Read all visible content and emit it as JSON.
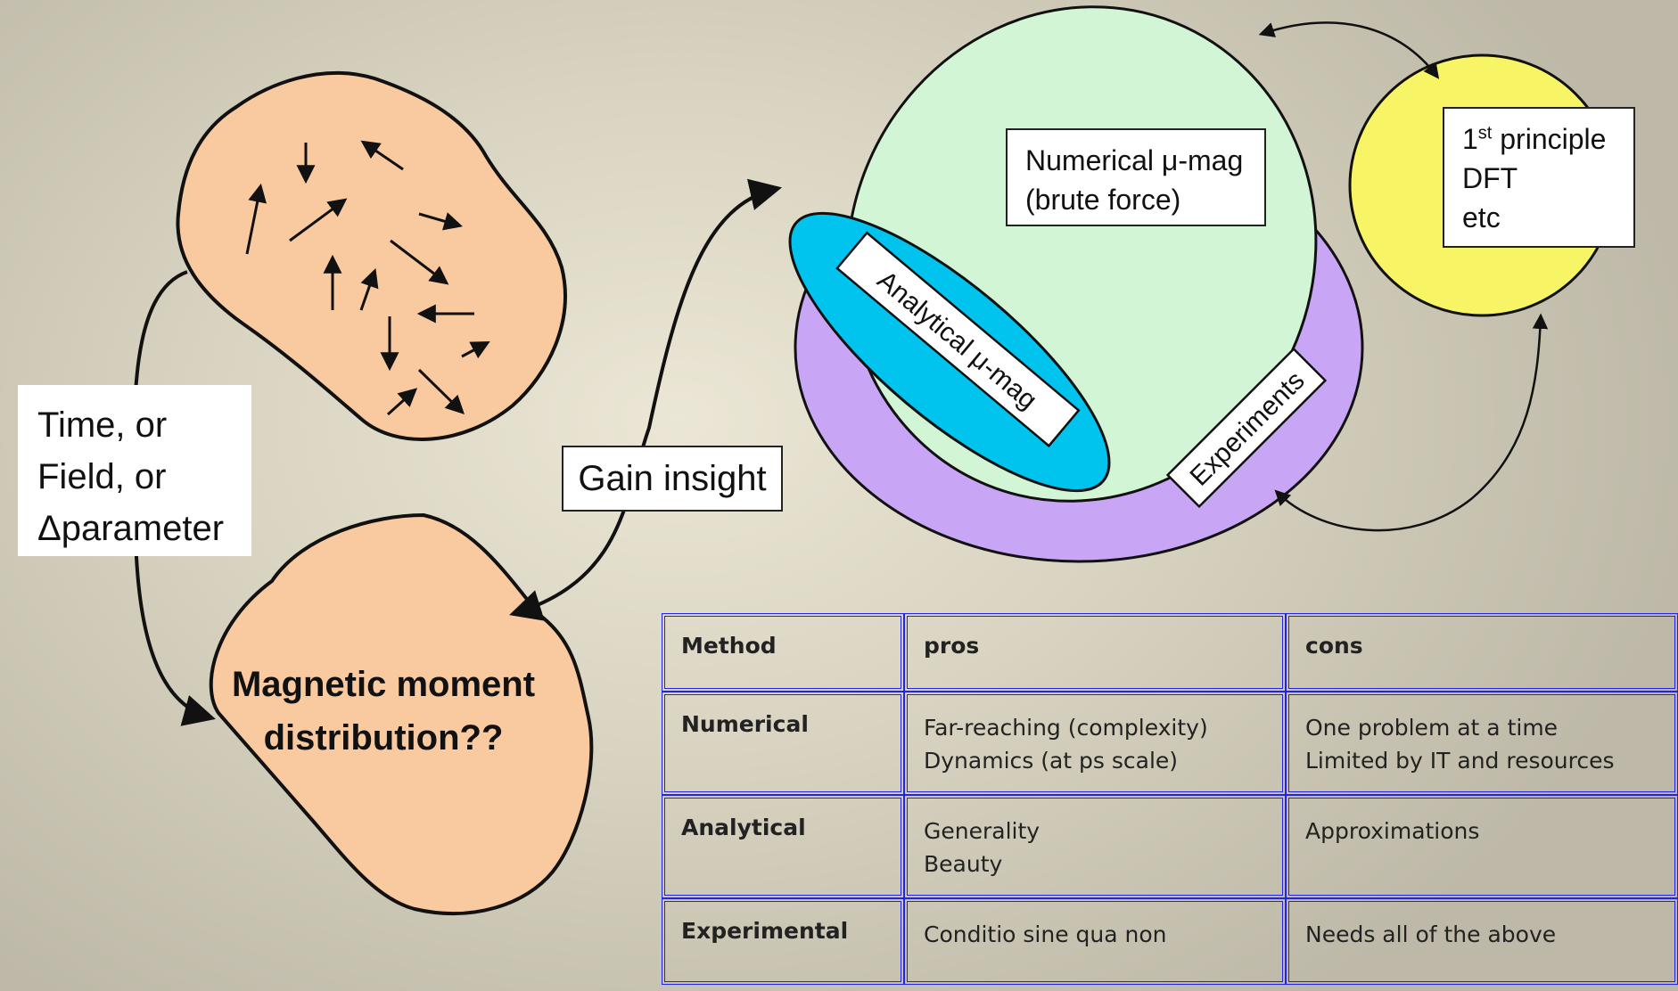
{
  "labels": {
    "time_field": [
      "Time, or",
      "Field, or",
      "Δparameter"
    ],
    "gain_insight": "Gain insight",
    "magnetic_moment": [
      "Magnetic moment",
      "distribution??"
    ],
    "numerical_mumag": [
      "Numerical μ-mag",
      "(brute force)"
    ],
    "analytical_mumag": "Analytical μ-mag",
    "experiments": "Experiments",
    "first_principle": {
      "number": "1",
      "superscript": "st",
      "rest": " principle",
      "line2": "DFT",
      "line3": "etc"
    }
  },
  "table": {
    "headers": [
      "Method",
      "pros",
      "cons"
    ],
    "rows": [
      {
        "method": "Numerical",
        "pros": [
          "Far-reaching (complexity)",
          "Dynamics (at ps scale)"
        ],
        "cons": [
          "One problem at a time",
          "Limited by IT and resources"
        ]
      },
      {
        "method": "Analytical",
        "pros": [
          "Generality",
          "Beauty"
        ],
        "cons": [
          "Approximations"
        ]
      },
      {
        "method": "Experimental",
        "pros": [
          "Conditio sine qua non"
        ],
        "cons": [
          "Needs all of the above"
        ]
      }
    ]
  },
  "colors": {
    "blob": "#f9c9a0",
    "purple": "#c9a6f5",
    "green": "#d2f5d6",
    "cyan": "#00c4ee",
    "yellow": "#f7f566",
    "table_border": "#2222ee"
  }
}
